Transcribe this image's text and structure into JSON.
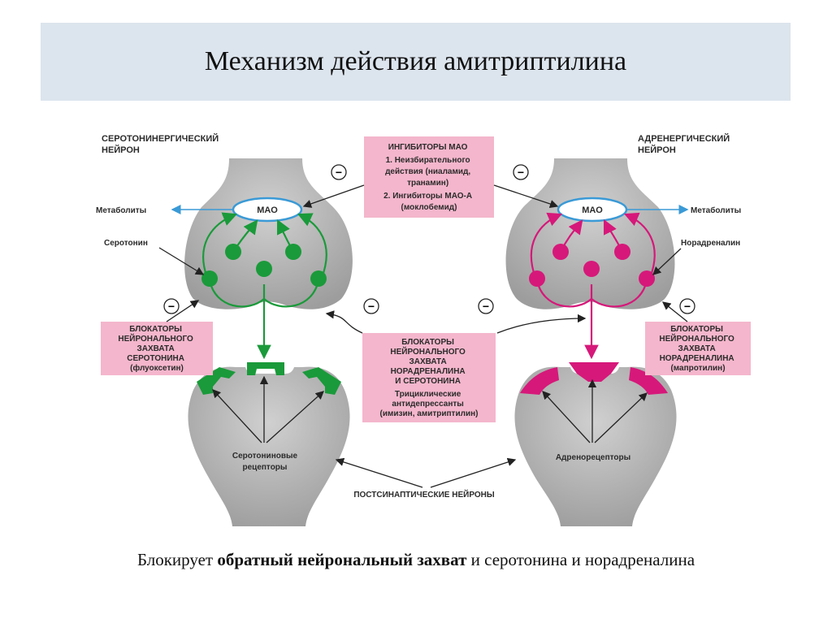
{
  "title": "Механизм действия амитриптилина",
  "left_neuron": {
    "label_line1": "СЕРОТОНИНЕРГИЧЕСКИЙ",
    "label_line2": "НЕЙРОН",
    "metabolites": "Метаболиты",
    "transmitter": "Серотонин",
    "mao": "МАО",
    "receptors_line1": "Серотониновые",
    "receptors_line2": "рецепторы",
    "color": "#1a9a3a"
  },
  "right_neuron": {
    "label_line1": "АДРЕНЕРГИЧЕСКИЙ",
    "label_line2": "НЕЙРОН",
    "metabolites": "Метаболиты",
    "transmitter": "Норадреналин",
    "mao": "МАО",
    "receptors": "Адренорецепторы",
    "color": "#d6187a"
  },
  "mao_inhibitors_box": {
    "lines": [
      "ИНГИБИТОРЫ МАО",
      "1. Неизбирательного",
      "действия (ниаламид,",
      "транамин)",
      "2. Ингибиторы МАО-А",
      "(моклобемид)"
    ]
  },
  "left_blockers_box": {
    "lines": [
      "БЛОКАТОРЫ",
      "НЕЙРОНАЛЬНОГО",
      "ЗАХВАТА",
      "СЕРОТОНИНА",
      "(флуоксетин)"
    ]
  },
  "right_blockers_box": {
    "lines": [
      "БЛОКАТОРЫ",
      "НЕЙРОНАЛЬНОГО",
      "ЗАХВАТА",
      "НОРАДРЕНАЛИНА",
      "(мапротилин)"
    ]
  },
  "center_blockers_box": {
    "lines": [
      "БЛОКАТОРЫ",
      "НЕЙРОНАЛЬНОГО",
      "ЗАХВАТА",
      "НОРАДРЕНАЛИНА",
      "И СЕРОТОНИНА",
      "Трициклические",
      "антидепрессанты",
      "(имизин, амитриптилин)"
    ]
  },
  "postsynaptic_label": "ПОСТСИНАПТИЧЕСКИЕ НЕЙРОНЫ",
  "minus_sign": "−",
  "caption": {
    "prefix": "Блокирует ",
    "bold": "обратный нейрональный захват",
    "suffix": " и серотонина и норадреналина"
  }
}
